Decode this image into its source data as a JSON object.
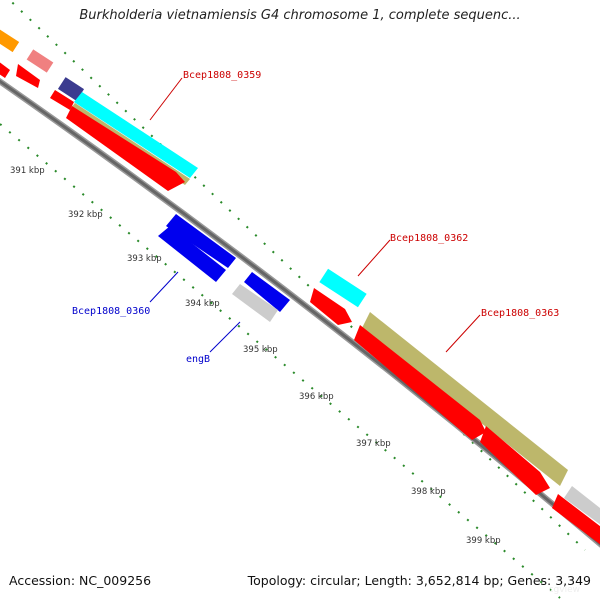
{
  "title": "Burkholderia vietnamiensis G4 chromosome 1, complete sequenc...",
  "footer": {
    "accession": "Accession: NC_009256",
    "summary": "Topology: circular; Length: 3,652,814 bp; Genes: 3,349"
  },
  "watermark": "cgview",
  "colors": {
    "backbone": "#777777",
    "tick": "#2a8a2a",
    "cds_forward": "#ff0000",
    "cds_reverse": "#0000ff",
    "cog_cyan": "#00ffff",
    "cog_khaki": "#bdb76b",
    "cog_gray": "#cccccc",
    "cog_orange": "#ff9900",
    "cog_pink": "#ff8888",
    "cog_purple": "#333399",
    "forward_label": "#cc0000",
    "reverse_label": "#0000cc"
  },
  "ruler": [
    "391 kbp",
    "392 kbp",
    "393 kbp",
    "394 kbp",
    "395 kbp",
    "396 kbp",
    "397 kbp",
    "398 kbp",
    "399 kbp"
  ],
  "gene_labels": [
    {
      "text": "Bcep1808_0359",
      "strand": "forward"
    },
    {
      "text": "Bcep1808_0362",
      "strand": "forward"
    },
    {
      "text": "Bcep1808_0363",
      "strand": "forward"
    },
    {
      "text": "Bcep1808_0360",
      "strand": "reverse"
    },
    {
      "text": "engB",
      "strand": "reverse"
    }
  ]
}
